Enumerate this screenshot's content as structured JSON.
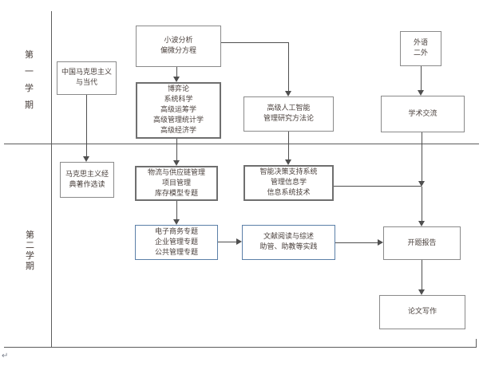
{
  "sidebar": {
    "semester1": "第一学期",
    "semester2": "第二学期"
  },
  "boxes": {
    "wavelet": {
      "lines": [
        "小波分析",
        "偏微分方程"
      ]
    },
    "foreign": {
      "lines": [
        "外语",
        "二外"
      ]
    },
    "marxism_contemporary": {
      "lines": [
        "中国马克思主义",
        "与当代"
      ]
    },
    "game_theory": {
      "lines": [
        "博弈论",
        "系统科学",
        "高级运筹学",
        "高级管理统计学",
        "高级经济学"
      ]
    },
    "ai_methodology": {
      "lines": [
        "高级人工智能",
        "管理研究方法论"
      ]
    },
    "academic_exchange": {
      "lines": [
        "学术交流"
      ]
    },
    "marx_classics": {
      "lines": [
        "马克思主义经",
        "典著作选读"
      ]
    },
    "logistics": {
      "lines": [
        "物流与供应链管理",
        "项目管理",
        "库存模型专题"
      ]
    },
    "decision_support": {
      "lines": [
        "智能决策支持系统",
        "管理信息学",
        "信息系统技术"
      ]
    },
    "ecommerce": {
      "lines": [
        "电子商务专题",
        "企业管理专题",
        "公共管理专题"
      ]
    },
    "literature": {
      "lines": [
        "文献阅读与综述",
        "助管、助教等实践"
      ]
    },
    "proposal": {
      "lines": [
        "开题报告"
      ]
    },
    "thesis": {
      "lines": [
        "论文写作"
      ]
    }
  },
  "marks": {
    "return_mark": "↵"
  },
  "colors": {
    "border_gray": "#8a8a8a",
    "border_dark": "#6f6f6f",
    "border_blue": "#5b7fa8",
    "text": "#4a403c",
    "connector": "#4f4f4f"
  }
}
